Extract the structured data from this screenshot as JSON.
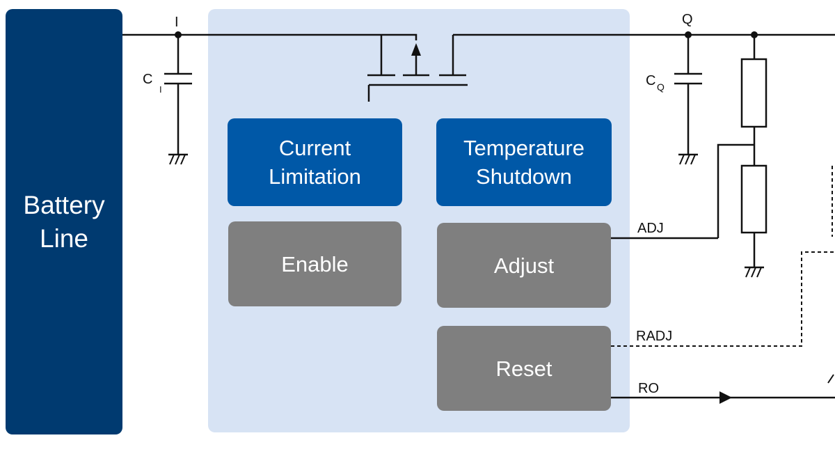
{
  "battery": {
    "label_line1": "Battery",
    "label_line2": "Line"
  },
  "blocks": {
    "current_limitation": {
      "line1": "Current",
      "line2": "Limitation"
    },
    "temperature_shutdown": {
      "line1": "Temperature",
      "line2": "Shutdown"
    },
    "enable": {
      "label": "Enable"
    },
    "adjust": {
      "label": "Adjust"
    },
    "reset": {
      "label": "Reset"
    }
  },
  "nodes": {
    "input": "I",
    "output": "Q"
  },
  "capacitors": {
    "input": {
      "label": "C",
      "subscript": "I"
    },
    "output": {
      "label": "C",
      "subscript": "Q"
    }
  },
  "signals": {
    "adj": "ADJ",
    "radj": "RADJ",
    "ro": "RO"
  },
  "colors": {
    "battery": "#003a70",
    "panel": "#d7e3f4",
    "function_block": "#0058a7",
    "control_block": "#7f7f7f",
    "wire": "#111111"
  }
}
